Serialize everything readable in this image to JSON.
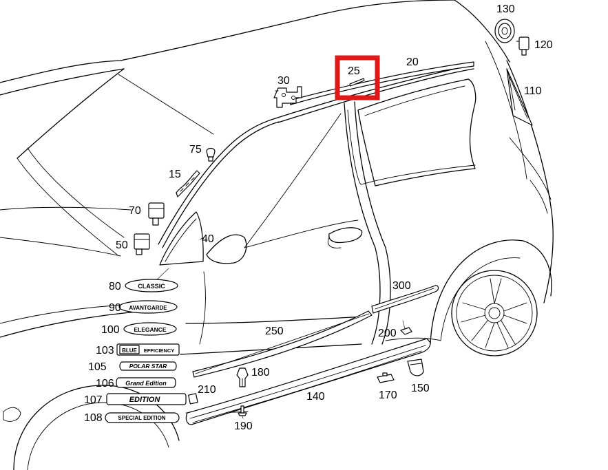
{
  "highlight_color": "#e01818",
  "line_color": "#000000",
  "callouts": {
    "p130": "130",
    "p120": "120",
    "p20": "20",
    "p25": "25",
    "p30": "30",
    "p110": "110",
    "p75": "75",
    "p15": "15",
    "p70": "70",
    "p50": "50",
    "p40": "40",
    "p300": "300",
    "p250": "250",
    "p200": "200",
    "p180": "180",
    "p210": "210",
    "p140": "140",
    "p170": "170",
    "p150": "150",
    "p190": "190",
    "p80": "80",
    "p90": "90",
    "p100": "100",
    "p103": "103",
    "p105": "105",
    "p106": "106",
    "p107": "107",
    "p108": "108"
  },
  "badges": {
    "classic": "CLASSIC",
    "avantgarde": "AVANTGARDE",
    "elegance": "ELEGANCE",
    "blue": "BLUE",
    "efficiency": "EFFICIENCY",
    "polar_star": "POLAR STAR",
    "grand_edition": "Grand Edition",
    "edition": "EDITION",
    "special_edition": "SPECIAL EDITION"
  }
}
